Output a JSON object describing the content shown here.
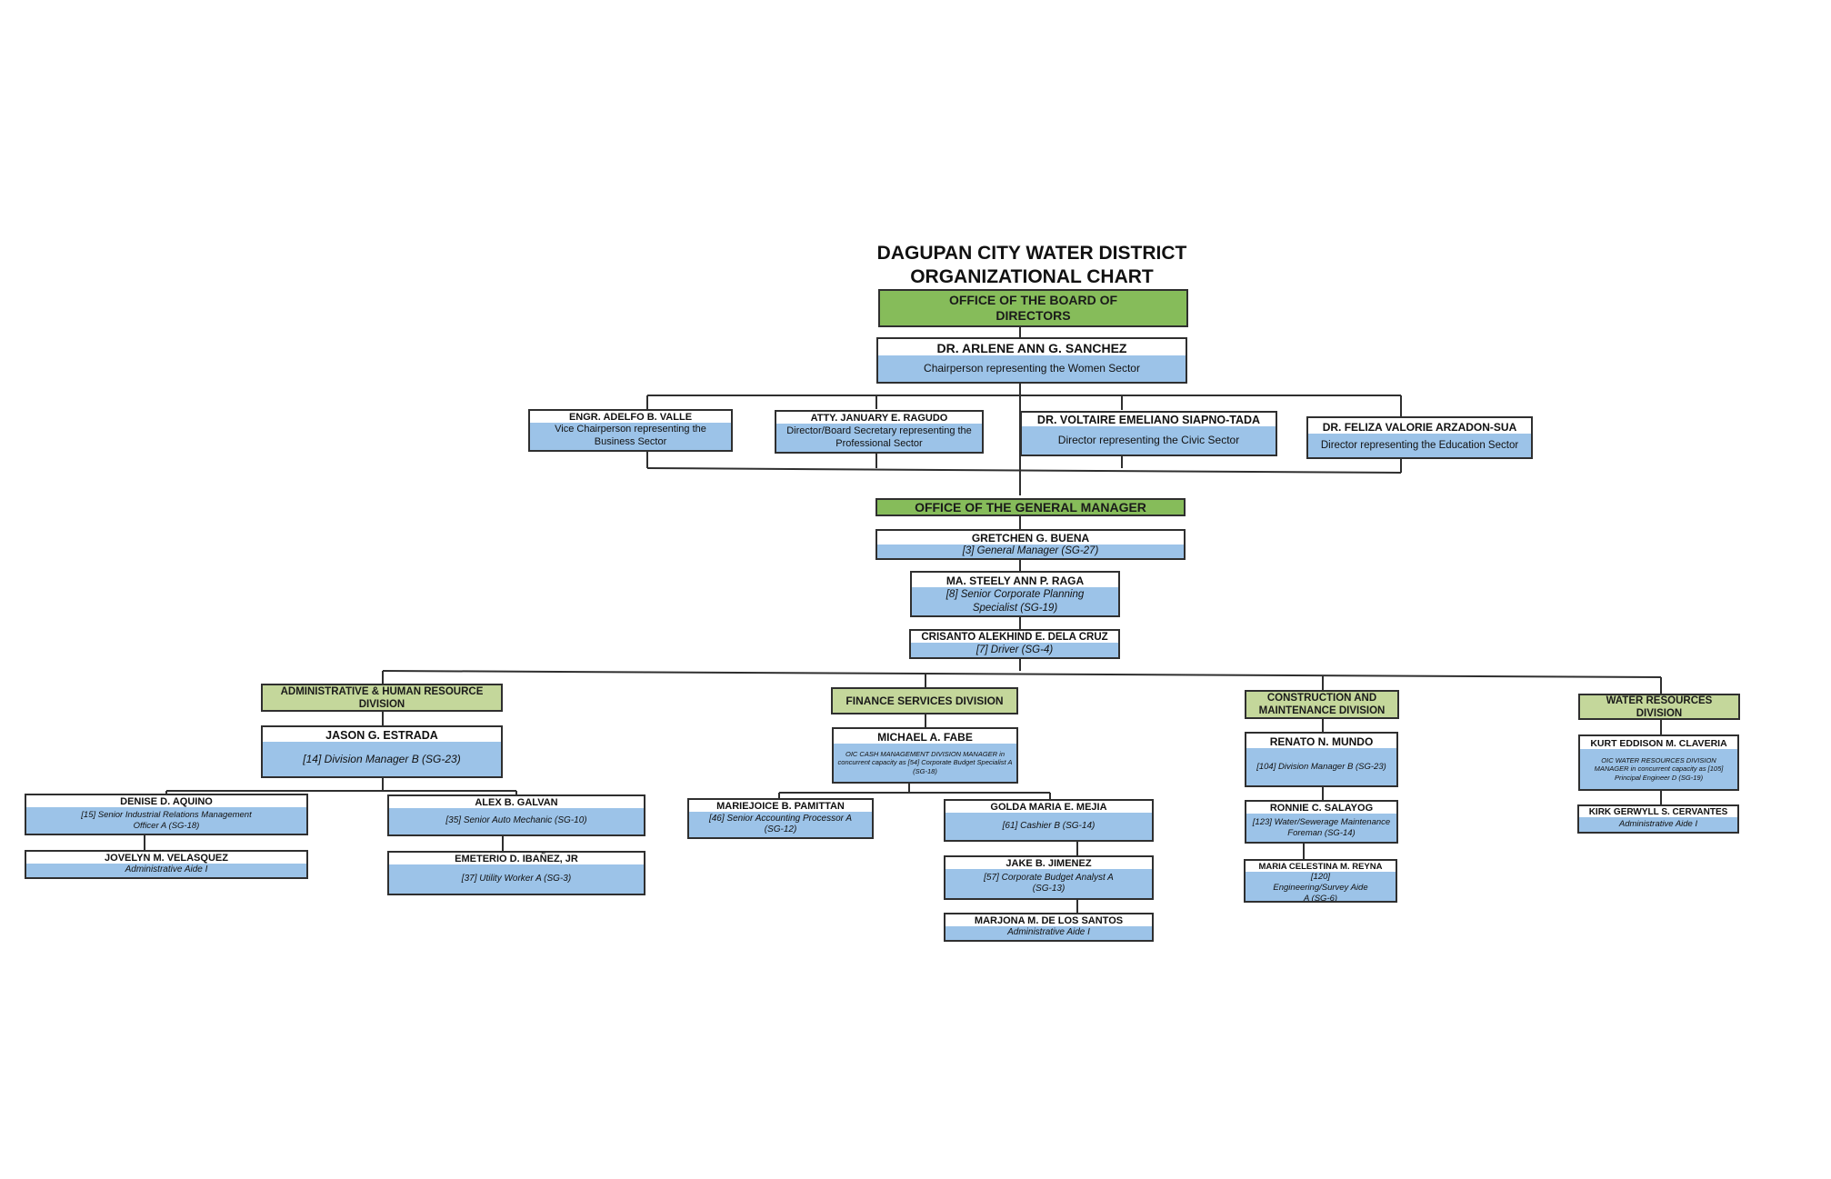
{
  "title": {
    "line1": "DAGUPAN CITY WATER DISTRICT",
    "line2": "ORGANIZATIONAL CHART"
  },
  "board": {
    "header": "OFFICE OF THE BOARD OF DIRECTORS",
    "chair": {
      "name": "DR. ARLENE ANN G. SANCHEZ",
      "position": "Chairperson representing the Women Sector"
    },
    "members": [
      {
        "name": "ENGR. ADELFO B. VALLE",
        "position": "Vice Chairperson representing the Business Sector"
      },
      {
        "name": "ATTY. JANUARY E. RAGUDO",
        "position": "Director/Board Secretary representing the Professional Sector"
      },
      {
        "name": "DR. VOLTAIRE EMELIANO SIAPNO-TADA",
        "position": "Director representing the Civic Sector"
      },
      {
        "name": "DR. FELIZA VALORIE ARZADON-SUA",
        "position": "Director representing the Education Sector"
      }
    ]
  },
  "gm_office": {
    "header": "OFFICE OF THE GENERAL MANAGER",
    "gm": {
      "name": "GRETCHEN G. BUENA",
      "position": "[3] General Manager (SG-27)"
    },
    "planning": {
      "name": "MA. STEELY ANN P. RAGA",
      "position": "[8] Senior Corporate Planning Specialist (SG-19)"
    },
    "driver": {
      "name": "CRISANTO ALEKHIND E. DELA CRUZ",
      "position": "[7] Driver (SG-4)"
    }
  },
  "divisions": {
    "admin": {
      "header": "ADMINISTRATIVE & HUMAN RESOURCE DIVISION",
      "head": {
        "name": "JASON G. ESTRADA",
        "position": "[14] Division Manager B (SG-23)"
      },
      "staff": [
        {
          "name": "DENISE D. AQUINO",
          "position": "[15] Senior Industrial Relations Management Officer A (SG-18)"
        },
        {
          "name": "JOVELYN M. VELASQUEZ",
          "position": "Administrative Aide I"
        },
        {
          "name": "ALEX B. GALVAN",
          "position": "[35] Senior Auto Mechanic (SG-10)"
        },
        {
          "name": "EMETERIO D. IBAÑEZ, JR",
          "position": "[37] Utility Worker A (SG-3)"
        }
      ]
    },
    "finance": {
      "header": "FINANCE SERVICES DIVISION",
      "head": {
        "name": "MICHAEL A. FABE",
        "position": "OIC CASH MANAGEMENT DIVISION MANAGER in concurrent capacity as [54] Corporate Budget Specialist A (SG-18)"
      },
      "staff": [
        {
          "name": "MARIEJOICE B. PAMITTAN",
          "position": "[46] Senior Accounting Processor A (SG-12)"
        },
        {
          "name": "GOLDA MARIA E. MEJIA",
          "position": "[61] Cashier B (SG-14)"
        },
        {
          "name": "JAKE B. JIMENEZ",
          "position": "[57] Corporate Budget Analyst A (SG-13)"
        },
        {
          "name": "MARJONA M. DE LOS SANTOS",
          "position": "Administrative Aide I"
        }
      ]
    },
    "construction": {
      "header": "CONSTRUCTION AND MAINTENANCE DIVISION",
      "head": {
        "name": "RENATO N. MUNDO",
        "position": "[104] Division Manager B (SG-23)"
      },
      "staff": [
        {
          "name": "RONNIE C. SALAYOG",
          "position": "[123] Water/Sewerage Maintenance Foreman (SG-14)"
        },
        {
          "name": "MARIA CELESTINA M. REYNA",
          "position": "[120] Engineering/Survey Aide A (SG-6)"
        }
      ]
    },
    "water": {
      "header": "WATER RESOURCES DIVISION",
      "head": {
        "name": "KURT EDDISON M. CLAVERIA",
        "position": "OIC WATER RESOURCES DIVISION MANAGER in concurrent capacity as [105] Principal Engineer D (SG-19)"
      },
      "staff": [
        {
          "name": "KIRK GERWYLL S. CERVANTES",
          "position": "Administrative Aide I"
        }
      ]
    }
  }
}
